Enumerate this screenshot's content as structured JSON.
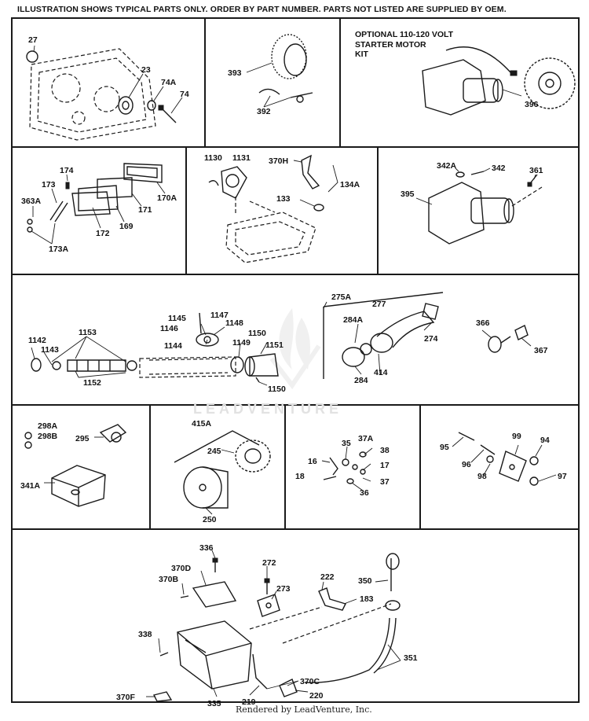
{
  "header": {
    "notice": "ILLUSTRATION SHOWS TYPICAL PARTS ONLY. ORDER BY PART NUMBER. PARTS NOT LISTED ARE SUPPLIED BY OEM."
  },
  "starter_kit": {
    "line1": "OPTIONAL 110-120 VOLT",
    "line2": "STARTER MOTOR",
    "line3": "KIT"
  },
  "watermark": {
    "text": "LEADVENTURE"
  },
  "footer": {
    "text": "Rendered by LeadVenture, Inc."
  },
  "part_labels": {
    "p27": "27",
    "p23": "23",
    "p74A": "74A",
    "p74": "74",
    "p393": "393",
    "p392": "392",
    "p396": "396",
    "p174": "174",
    "p173": "173",
    "p363A": "363A",
    "p173A": "173A",
    "p172": "172",
    "p169": "169",
    "p171": "171",
    "p170A": "170A",
    "p1130": "1130",
    "p1131": "1131",
    "p370H": "370H",
    "p134A": "134A",
    "p133": "133",
    "p342A": "342A",
    "p342": "342",
    "p361": "361",
    "p395": "395",
    "p1145": "1145",
    "p1147": "1147",
    "p1146": "1146",
    "p1148": "1148",
    "p1153": "1153",
    "p1142": "1142",
    "p1143": "1143",
    "p1144": "1144",
    "p1150a": "1150",
    "p1149": "1149",
    "p1151": "1151",
    "p1152": "1152",
    "p1150b": "1150",
    "p275A": "275A",
    "p277": "277",
    "p284A": "284A",
    "p274": "274",
    "p284": "284",
    "p414": "414",
    "p366": "366",
    "p367": "367",
    "p298A": "298A",
    "p298B": "298B",
    "p295": "295",
    "p341A": "341A",
    "p415A": "415A",
    "p245": "245",
    "p250": "250",
    "p37A": "37A",
    "p35": "35",
    "p38": "38",
    "p16": "16",
    "p17": "17",
    "p18": "18",
    "p37": "37",
    "p36": "36",
    "p99": "99",
    "p94": "94",
    "p95": "95",
    "p96": "96",
    "p98": "98",
    "p97": "97",
    "p336": "336",
    "p370D": "370D",
    "p272": "272",
    "p222": "222",
    "p370B": "370B",
    "p273": "273",
    "p183": "183",
    "p350": "350",
    "p338": "338",
    "p351": "351",
    "p370C": "370C",
    "p220": "220",
    "p370F": "370F",
    "p335": "335",
    "p219": "219"
  }
}
